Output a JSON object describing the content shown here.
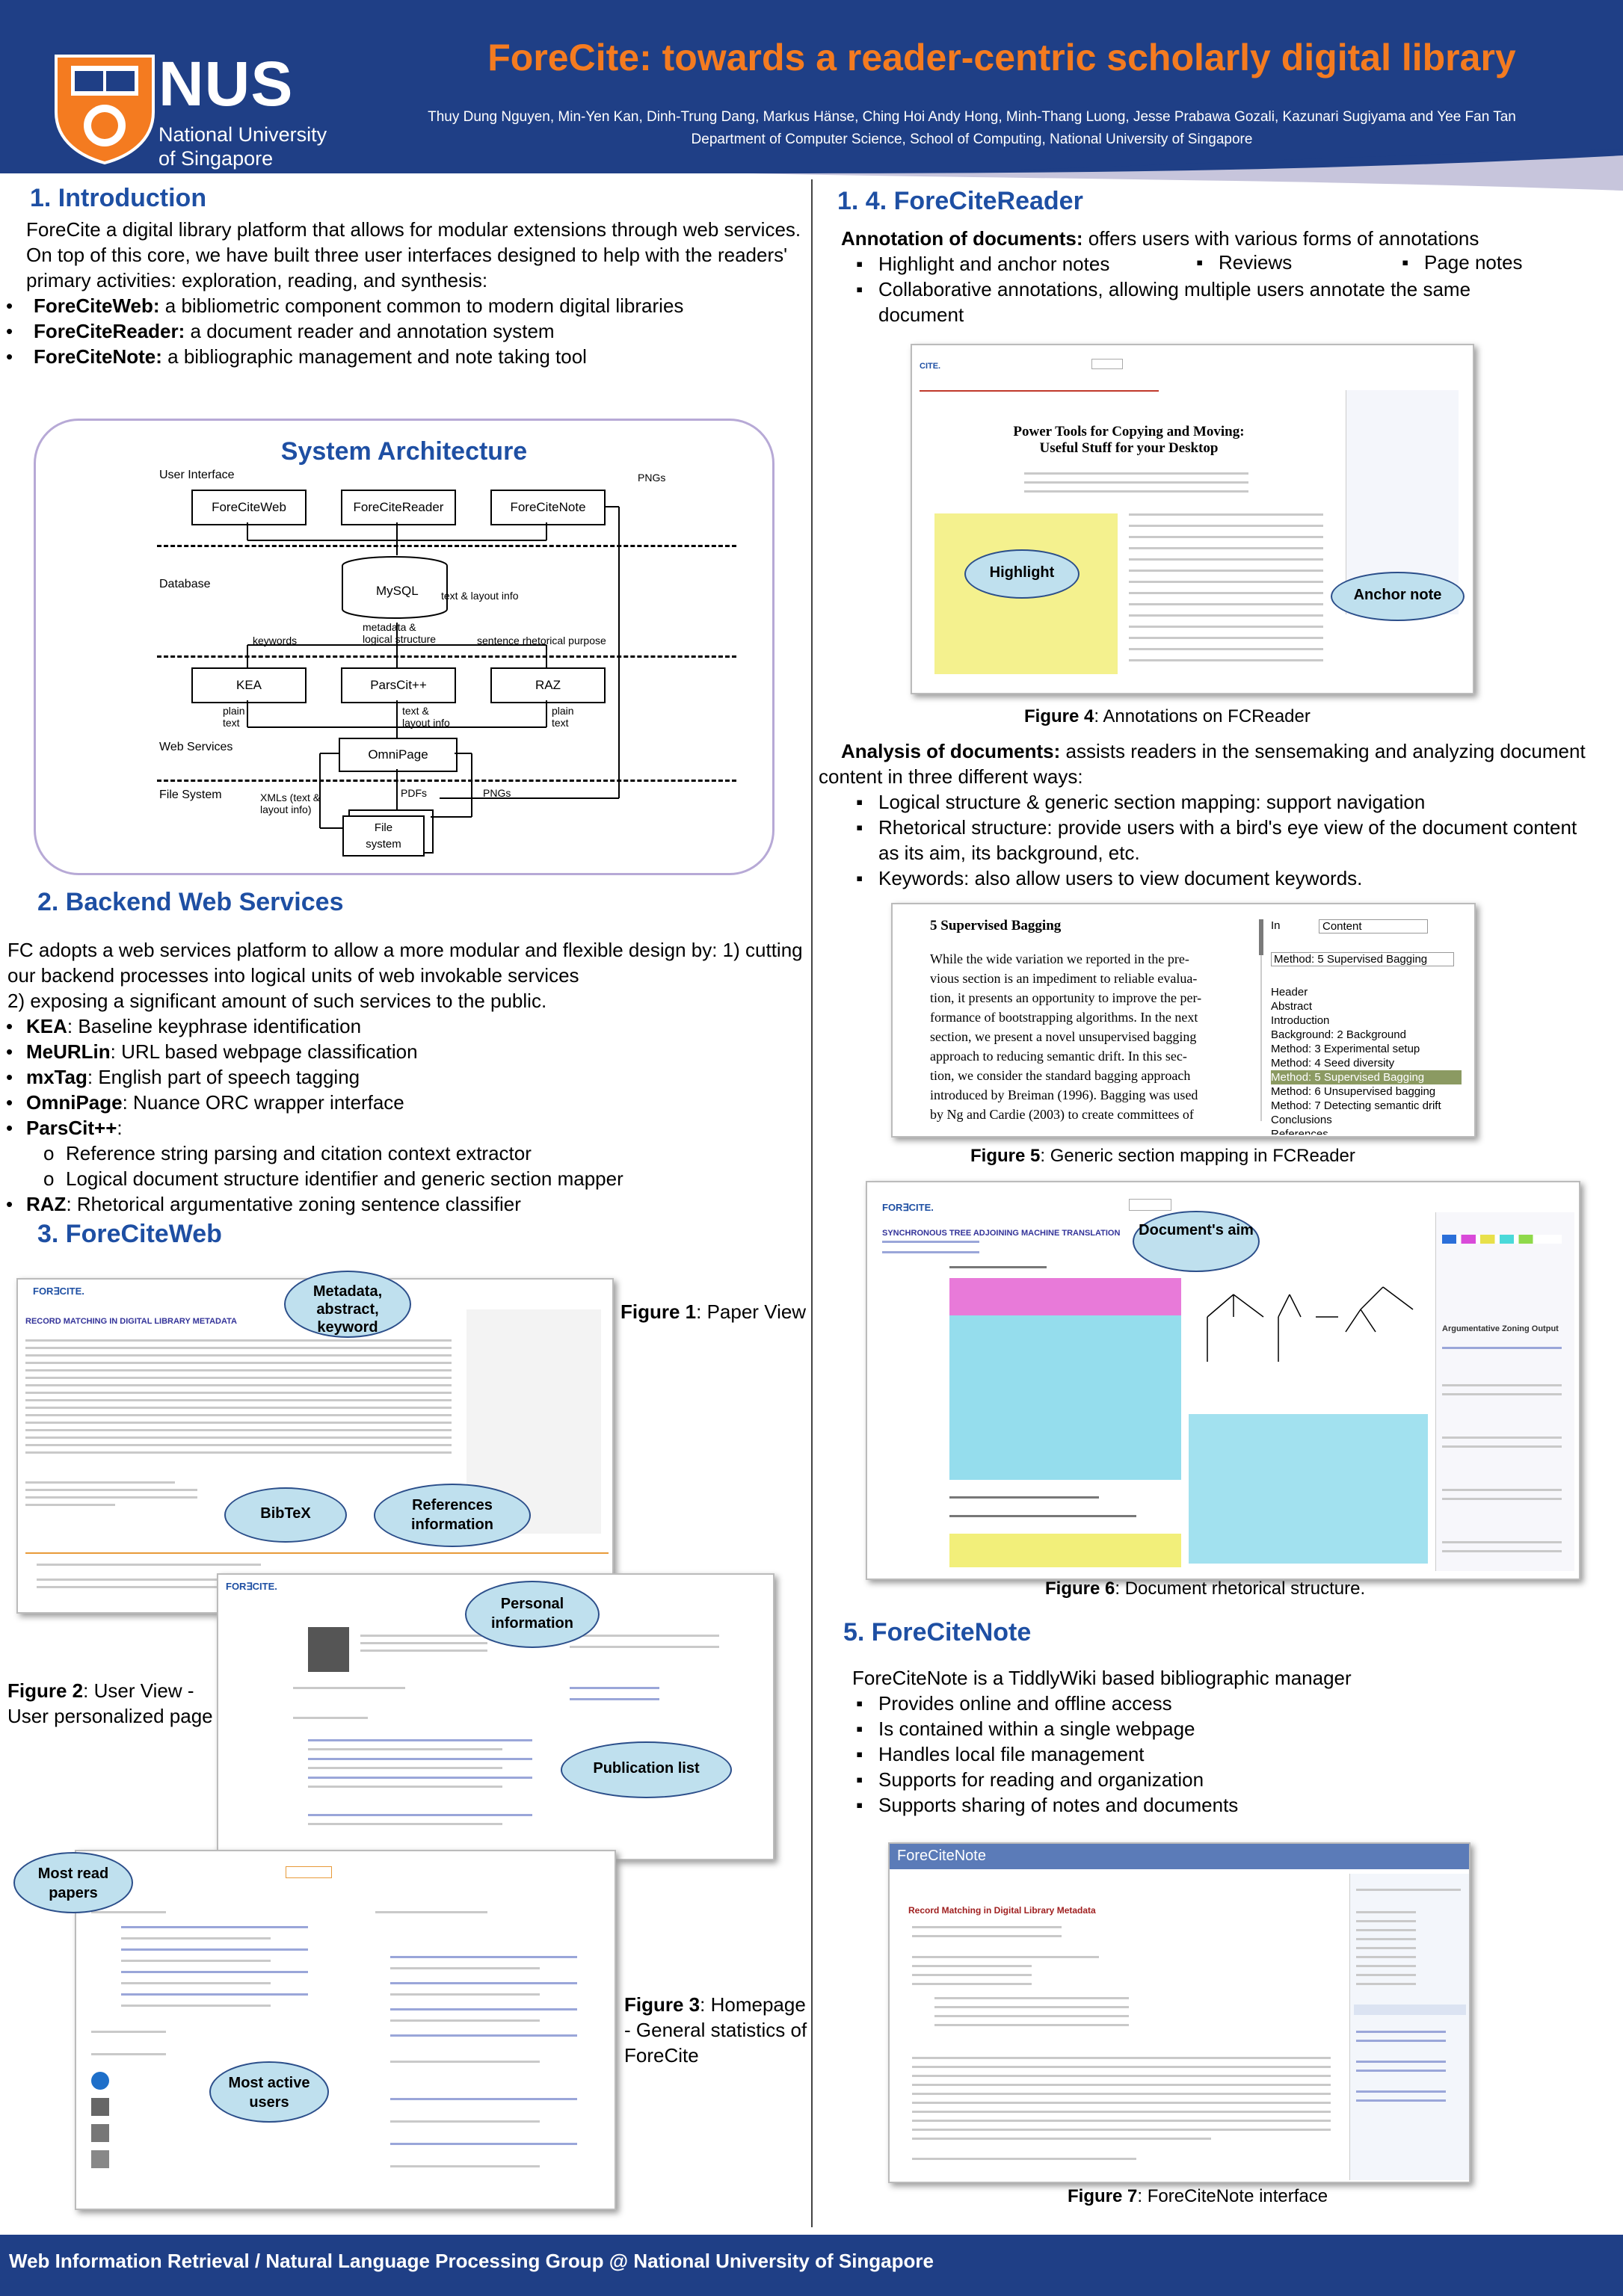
{
  "header": {
    "title": "ForeCite: towards a reader-centric scholarly digital library",
    "authors": "Thuy Dung Nguyen, Min-Yen Kan, Dinh-Trung Dang, Markus Hänse, Ching Hoi Andy Hong, Minh-Thang Luong, Jesse Prabawa  Gozali, Kazunari Sugiyama and  Yee Fan Tan",
    "affiliation": "Department of Computer Science, School of Computing,  National University of Singapore",
    "logo_word": "NUS",
    "logo_sub1": "National University",
    "logo_sub2": "of Singapore"
  },
  "colors": {
    "navy": "#1f3f86",
    "orange": "#f47b20",
    "heading": "#1e4fa3",
    "callout": "#bfe0ee"
  },
  "intro": {
    "heading": "1. Introduction",
    "para": " ForeCite a digital library platform that allows for modular extensions through web services. On top of this core, we have built three user interfaces designed to help with the readers' primary activities: exploration, reading, and synthesis:",
    "items": [
      {
        "name": "ForeCiteWeb:",
        "text": " a bibliometric component common to modern digital libraries"
      },
      {
        "name": "ForeCiteReader:",
        "text": " a document reader and annotation system"
      },
      {
        "name": "ForeCiteNote:",
        "text": " a bibliographic management and note taking tool"
      }
    ]
  },
  "arch": {
    "title": "System Architecture",
    "ui_label": "User Interface",
    "pngs1": "PNGs",
    "ui_boxes": [
      "ForeCiteWeb",
      "ForeCiteReader",
      "ForeCiteNote"
    ],
    "db_label": "Database",
    "mysql": "MySQL",
    "text_info": "text & layout info",
    "metadata": "metadata &",
    "logical": "logical structure",
    "keywords": "keywords",
    "sentence": "sentence rhetorical purpose",
    "mid_boxes": [
      "KEA",
      "ParsCit++",
      "RAZ"
    ],
    "plain1": "plain",
    "text1": "text",
    "plain2": "plain",
    "text2": "text",
    "tl1": "text &",
    "tl2": "layout info",
    "ws_label": "Web Services",
    "omnipage": "OmniPage",
    "fs_label": "File System",
    "xmls": "XMLs (text &",
    "layout": "layout info)",
    "pdfs": "PDFs",
    "pngs2": "PNGs",
    "file1": "File",
    "file2": "system"
  },
  "backend": {
    "heading": "2. Backend Web Services",
    "para": "FC adopts a web services platform to allow a more modular and flexible design by: 1) cutting our backend processes into logical units of web invokable  services",
    "para2": "2) exposing a significant amount of such services to the public.",
    "items": [
      {
        "name": "KEA",
        "text": ":  Baseline keyphrase identification"
      },
      {
        "name": "MeURLin",
        "text": ":  URL based webpage classification"
      },
      {
        "name": "mxTag",
        "text": ":  English part of speech tagging"
      },
      {
        "name": "OmniPage",
        "text": ": Nuance ORC wrapper interface"
      },
      {
        "name": "ParsCit++",
        "text": ":"
      }
    ],
    "sub": [
      "Reference string parsing and citation context extractor",
      "Logical document structure identifier and generic section mapper"
    ],
    "raz_name": "RAZ",
    "raz_text": ":  Rhetorical argumentative zoning sentence classifier"
  },
  "web": {
    "heading": "3. ForeCiteWeb",
    "fig1_label": "Figure 1",
    "fig1_text": ": Paper View",
    "fig2_label": "Figure 2",
    "fig2_text": ": User View - User personalized page",
    "fig3_label": "Figure 3",
    "fig3_text": ": Homepage - General statistics of ForeCite",
    "callouts": [
      "Metadata, abstract, keyword",
      "BibTeX",
      "References information",
      "Personal information",
      "Publication list",
      "Most read papers",
      "Most active users"
    ]
  },
  "reader": {
    "heading": "1.    4. ForeCiteReader",
    "ann_label": "Annotation of documents:",
    "ann_text": " offers users with various  forms of annotations",
    "ann_items": [
      "Highlight and anchor notes",
      "Reviews",
      "Page notes"
    ],
    "collab": "Collaborative annotations, allowing multiple users annotate the same document",
    "fig4_label": "Figure 4",
    "fig4_text": ": Annotations on FCReader",
    "callout_highlight": "Highlight",
    "callout_anchor": "Anchor note",
    "paper_title": "Power Tools for Copying and Moving: Useful Stuff for your Desktop",
    "analysis_label": "Analysis of documents:",
    "analysis_text": " assists readers in the sensemaking and analyzing document content in three different ways:",
    "analysis_items": [
      "Logical structure & generic section mapping: support navigation",
      "Rhetorical structure: provide users with a bird's eye view of the document content as its aim, its background, etc.",
      "Keywords: also allow users to view document keywords."
    ],
    "fig5_label": "Figure 5",
    "fig5_text": ": Generic section mapping in FCReader",
    "fig5_heading": "5   Supervised Bagging",
    "fig5_lines": [
      "While the wide variation we reported in the pre-",
      "vious section is an impediment to reliable evalua-",
      "tion, it presents an opportunity to improve the per-",
      "formance of bootstrapping algorithms. In the next",
      "section, we present a novel unsupervised bagging",
      "approach to reducing semantic drift. In this sec-",
      "tion, we consider the standard bagging approach",
      "introduced by Breiman (1996). Bagging was used",
      "by Ng and Cardie (2003) to create committees of"
    ],
    "fig5_in": "In",
    "fig5_content": "Content",
    "fig5_method": "Method: 5 Supervised Bagging",
    "fig5_list": [
      "Header",
      "Abstract",
      "Introduction",
      "Background: 2 Background",
      "Method: 3 Experimental setup",
      "Method: 4 Seed diversity",
      "Method: 5 Supervised Bagging",
      "Method: 6 Unsupervised bagging",
      "Method: 7 Detecting semantic drift",
      "Conclusions",
      "References"
    ],
    "fig6_label": "Figure 6",
    "fig6_text": ": Document rhetorical structure.",
    "callout_aim": "Document's aim",
    "fig6_title": "SYNCHRONOUS TREE ADJOINING MACHINE TRANSLATION",
    "fig6_zoning": "Argumentative Zoning Output"
  },
  "note": {
    "heading": "5. ForeCiteNote",
    "intro": "ForeCiteNote is a TiddlyWiki based bibliographic manager",
    "items": [
      "Provides online and offline access",
      "Is contained within a single webpage",
      "Handles local file management",
      "Supports for reading and organization",
      "Supports sharing of notes and documents"
    ],
    "fig7_label": "Figure 7",
    "fig7_text": ": ForeCiteNote interface",
    "shot_title": "ForeCiteNote",
    "shot_record": "Record Matching in Digital Library Metadata"
  },
  "footer": "Web Information Retrieval / Natural Language Processing Group @ National University of Singapore"
}
